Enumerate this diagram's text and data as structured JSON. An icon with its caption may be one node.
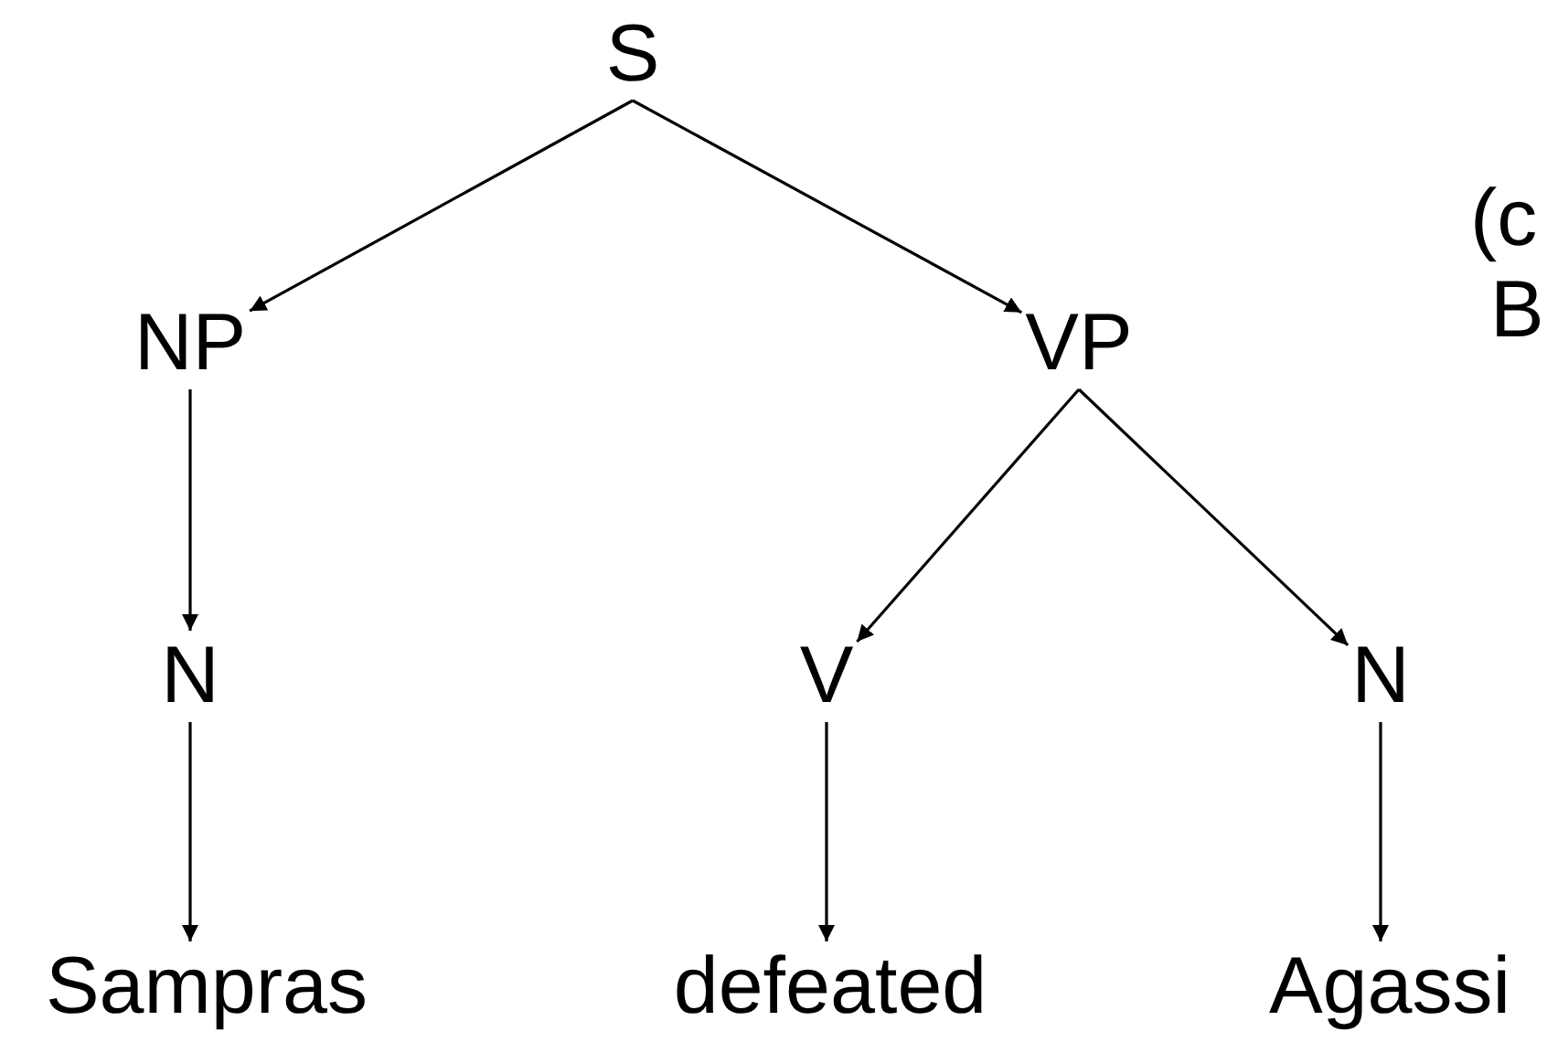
{
  "diagram": {
    "nodes": [
      {
        "text": [
          "S"
        ]
      },
      {
        "text": [
          "NP"
        ]
      },
      {
        "text": [
          "VP"
        ]
      },
      {
        "text": [
          "N"
        ]
      },
      {
        "text": [
          "V"
        ]
      },
      {
        "text": [
          "N"
        ]
      },
      {
        "text": [
          "Sampras"
        ]
      },
      {
        "text": [
          "defeated"
        ]
      },
      {
        "text": [
          "Agassi"
        ]
      }
    ],
    "edges": [
      {
        "from": 0,
        "to": 1,
        "arrow": "to"
      },
      {
        "from": 0,
        "to": 2,
        "arrow": "to"
      },
      {
        "from": 1,
        "to": 3,
        "arrow": "to"
      },
      {
        "from": 2,
        "to": 4,
        "arrow": "to"
      },
      {
        "from": 2,
        "to": 5,
        "arrow": "to"
      },
      {
        "from": 3,
        "to": 6,
        "arrow": "to"
      },
      {
        "from": 4,
        "to": 7,
        "arrow": "to"
      },
      {
        "from": 5,
        "to": 8,
        "arrow": "to"
      }
    ],
    "labels": [
      "(c",
      "B"
    ]
  }
}
